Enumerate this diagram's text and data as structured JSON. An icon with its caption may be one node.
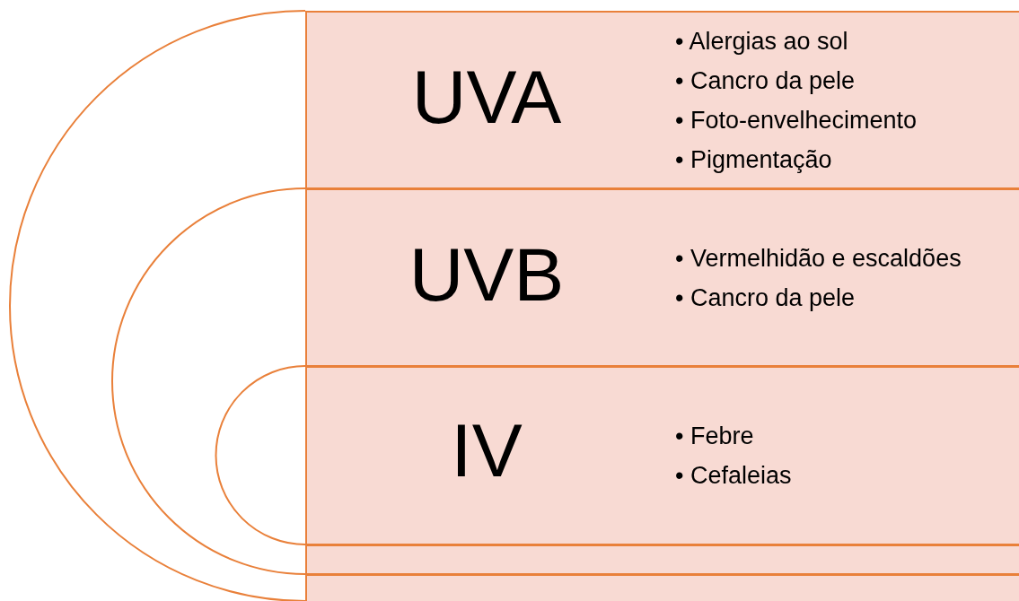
{
  "diagram": {
    "nodes": [
      {
        "text": [
          "UVA",
          "• Alergias ao sol",
          "• Cancro da pele",
          "• Foto-envelhecimento",
          "• Pigmentação"
        ]
      },
      {
        "text": [
          "UVB",
          "• Vermelhidão e escaldões",
          "• Cancro da pele"
        ]
      },
      {
        "text": [
          "IV",
          "• Febre",
          "• Cefaleias"
        ]
      }
    ]
  }
}
